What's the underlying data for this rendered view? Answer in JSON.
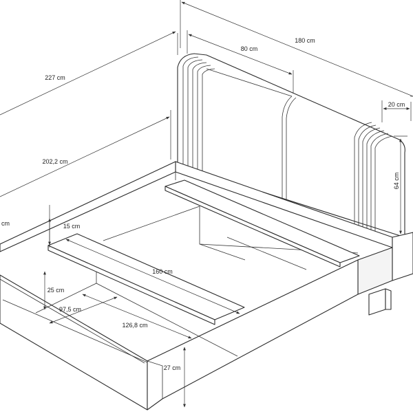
{
  "dimensions": {
    "length_outer": "227 cm",
    "width_outer": "180 cm",
    "headboard_panel_width": "80 cm",
    "side_panel_width": "20 cm",
    "headboard_height": "64 cm",
    "length_inner": "202,2 cm",
    "partial_left_label": "cm",
    "shelf_height": "15 cm",
    "inner_width": "160 cm",
    "frame_depth": "25 cm",
    "slat_span_short": "97,5 cm",
    "slat_span_long": "126,8 cm",
    "frame_height": "27 cm"
  }
}
